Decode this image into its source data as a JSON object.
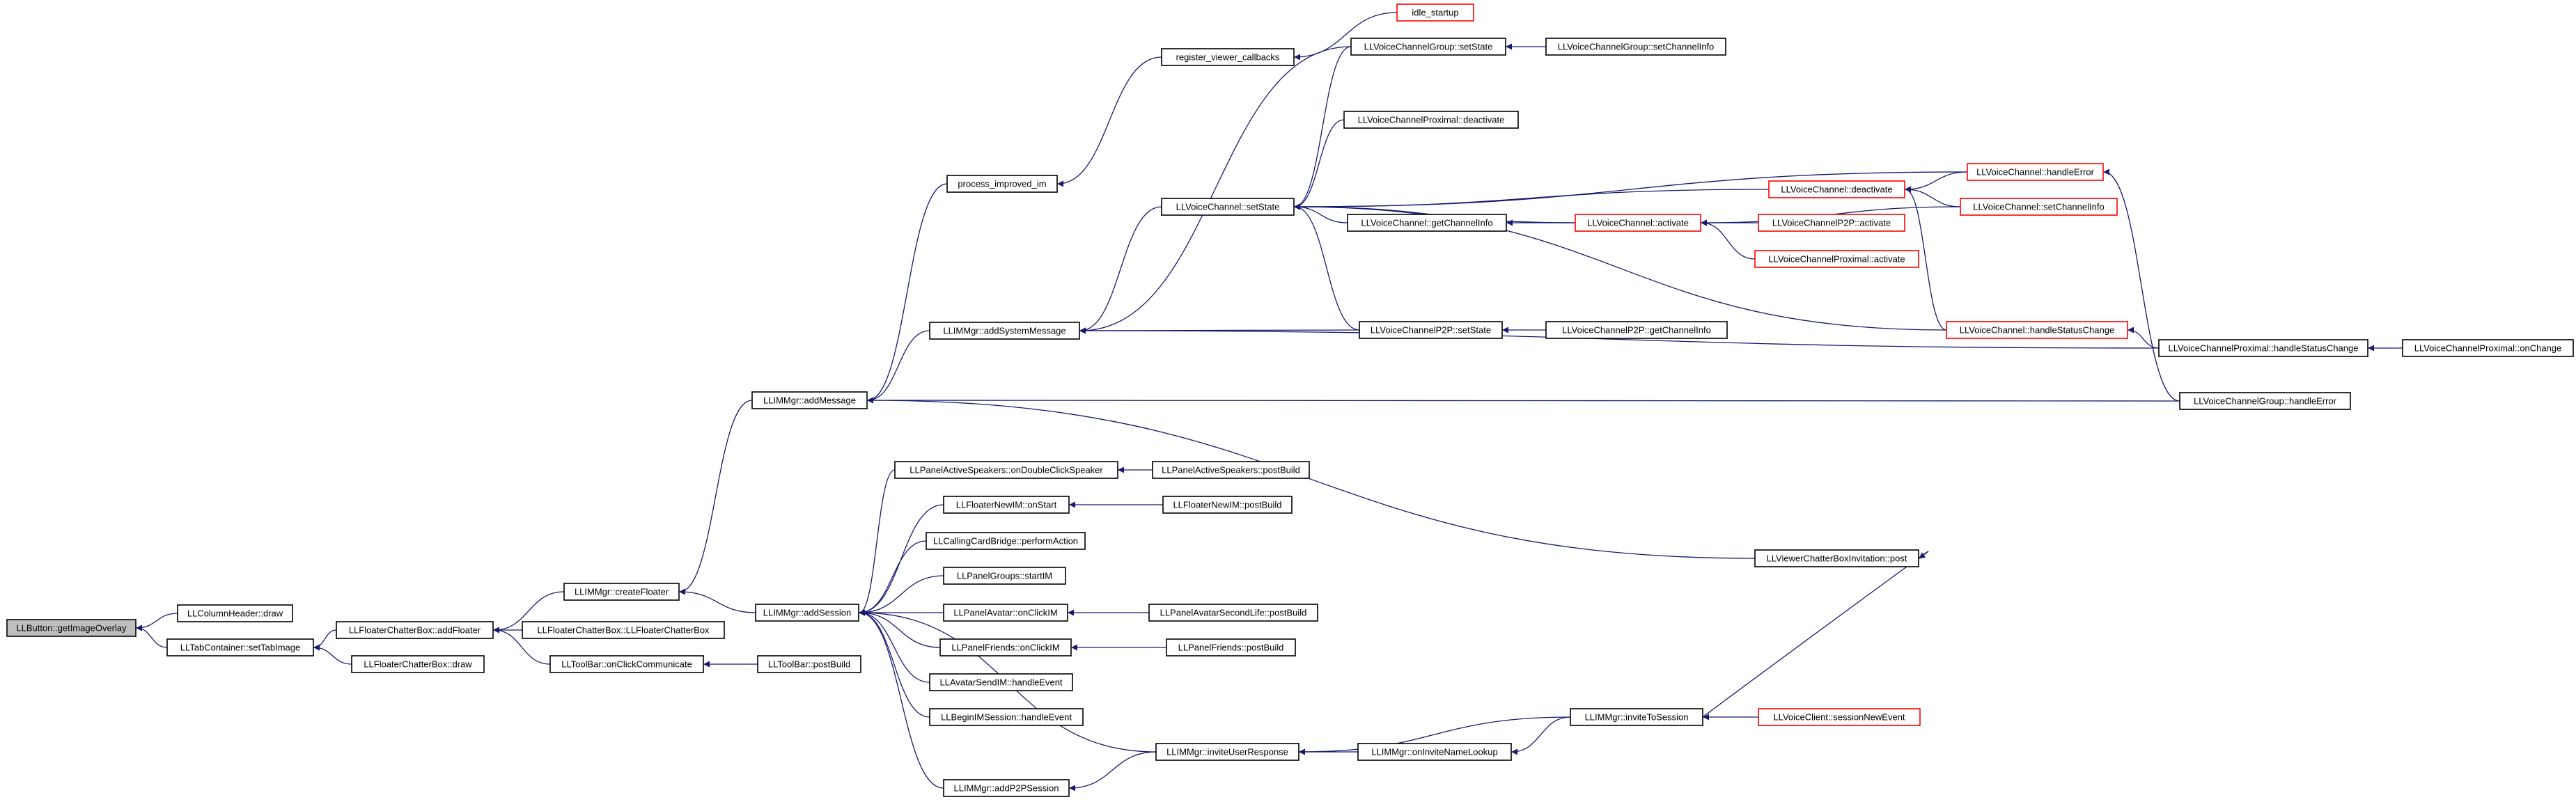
{
  "colors": {
    "background": "#ffffff",
    "edge": "#191970",
    "arrowhead": "#191970",
    "node_border": "#000000",
    "node_border_truncated": "#ff0000",
    "root_fill": "#bfbfbf",
    "node_fill": "#ffffff",
    "text": "#000000"
  },
  "nodes": [
    {
      "id": "root",
      "label": "LLButton::getImageOverlay",
      "style": "root"
    },
    {
      "id": "colheader",
      "label": "LLColumnHeader::draw",
      "style": "normal"
    },
    {
      "id": "settab",
      "label": "LLTabContainer::setTabImage",
      "style": "normal"
    },
    {
      "id": "addfloater",
      "label": "LLFloaterChatterBox::addFloater",
      "style": "normal"
    },
    {
      "id": "chatterdraw",
      "label": "LLFloaterChatterBox::draw",
      "style": "normal"
    },
    {
      "id": "createfloater",
      "label": "LLIMMgr::createFloater",
      "style": "normal"
    },
    {
      "id": "ctor",
      "label": "LLFloaterChatterBox::LLFloaterChatterBox",
      "style": "normal"
    },
    {
      "id": "toolbarclick",
      "label": "LLToolBar::onClickCommunicate",
      "style": "normal"
    },
    {
      "id": "toolbarpost",
      "label": "LLToolBar::postBuild",
      "style": "normal"
    },
    {
      "id": "addsession",
      "label": "LLIMMgr::addSession",
      "style": "normal"
    },
    {
      "id": "addmessage",
      "label": "LLIMMgr::addMessage",
      "style": "normal"
    },
    {
      "id": "process",
      "label": "process_improved_im",
      "style": "normal"
    },
    {
      "id": "register",
      "label": "register_viewer_callbacks",
      "style": "normal"
    },
    {
      "id": "idle",
      "label": "idle_startup",
      "style": "truncated"
    },
    {
      "id": "addsystem",
      "label": "LLIMMgr::addSystemMessage",
      "style": "normal"
    },
    {
      "id": "vcsetstate",
      "label": "LLVoiceChannel::setState",
      "style": "normal"
    },
    {
      "id": "vcgsetstate",
      "label": "LLVoiceChannelGroup::setState",
      "style": "normal"
    },
    {
      "id": "vcgsetchan",
      "label": "LLVoiceChannelGroup::setChannelInfo",
      "style": "normal"
    },
    {
      "id": "vcpdeact",
      "label": "LLVoiceChannelProximal::deactivate",
      "style": "normal"
    },
    {
      "id": "vcgetchan",
      "label": "LLVoiceChannel::getChannelInfo",
      "style": "normal"
    },
    {
      "id": "vcactivate",
      "label": "LLVoiceChannel::activate",
      "style": "truncated"
    },
    {
      "id": "vcdeact",
      "label": "LLVoiceChannel::deactivate",
      "style": "truncated"
    },
    {
      "id": "vcp2pact",
      "label": "LLVoiceChannelP2P::activate",
      "style": "truncated"
    },
    {
      "id": "vcproxact",
      "label": "LLVoiceChannelProximal::activate",
      "style": "truncated"
    },
    {
      "id": "vchandleerr",
      "label": "LLVoiceChannel::handleError",
      "style": "truncated"
    },
    {
      "id": "vcsetchan",
      "label": "LLVoiceChannel::setChannelInfo",
      "style": "truncated"
    },
    {
      "id": "vchandlestatus",
      "label": "LLVoiceChannel::handleStatusChange",
      "style": "truncated"
    },
    {
      "id": "vcp2psetstate",
      "label": "LLVoiceChannelP2P::setState",
      "style": "normal"
    },
    {
      "id": "vcp2pgetchan",
      "label": "LLVoiceChannelP2P::getChannelInfo",
      "style": "normal"
    },
    {
      "id": "vcproxstatus",
      "label": "LLVoiceChannelProximal::handleStatusChange",
      "style": "normal"
    },
    {
      "id": "vcproxonchange",
      "label": "LLVoiceChannelProximal::onChange",
      "style": "normal"
    },
    {
      "id": "vcghandleerr",
      "label": "LLVoiceChannelGroup::handleError",
      "style": "normal"
    },
    {
      "id": "activespk",
      "label": "LLPanelActiveSpeakers::onDoubleClickSpeaker",
      "style": "normal"
    },
    {
      "id": "activespkpost",
      "label": "LLPanelActiveSpeakers::postBuild",
      "style": "normal"
    },
    {
      "id": "newimstart",
      "label": "LLFloaterNewIM::onStart",
      "style": "normal"
    },
    {
      "id": "newimpost",
      "label": "LLFloaterNewIM::postBuild",
      "style": "normal"
    },
    {
      "id": "callingcard",
      "label": "LLCallingCardBridge::performAction",
      "style": "normal"
    },
    {
      "id": "groupsim",
      "label": "LLPanelGroups::startIM",
      "style": "normal"
    },
    {
      "id": "avatarim",
      "label": "LLPanelAvatar::onClickIM",
      "style": "normal"
    },
    {
      "id": "avatarsecond",
      "label": "LLPanelAvatarSecondLife::postBuild",
      "style": "normal"
    },
    {
      "id": "friendsim",
      "label": "LLPanelFriends::onClickIM",
      "style": "normal"
    },
    {
      "id": "friendspost",
      "label": "LLPanelFriends::postBuild",
      "style": "normal"
    },
    {
      "id": "avatarsend",
      "label": "LLAvatarSendIM::handleEvent",
      "style": "normal"
    },
    {
      "id": "beginim",
      "label": "LLBeginIMSession::handleEvent",
      "style": "normal"
    },
    {
      "id": "inviteresp",
      "label": "LLIMMgr::inviteUserResponse",
      "style": "normal"
    },
    {
      "id": "onname",
      "label": "LLIMMgr::onInviteNameLookup",
      "style": "normal"
    },
    {
      "id": "invite",
      "label": "LLIMMgr::inviteToSession",
      "style": "normal"
    },
    {
      "id": "sessionnew",
      "label": "LLVoiceClient::sessionNewEvent",
      "style": "truncated"
    },
    {
      "id": "addp2p",
      "label": "LLIMMgr::addP2PSession",
      "style": "normal"
    },
    {
      "id": "viewerinvite",
      "label": "LLViewerChatterBoxInvitation::post",
      "style": "normal"
    }
  ]
}
